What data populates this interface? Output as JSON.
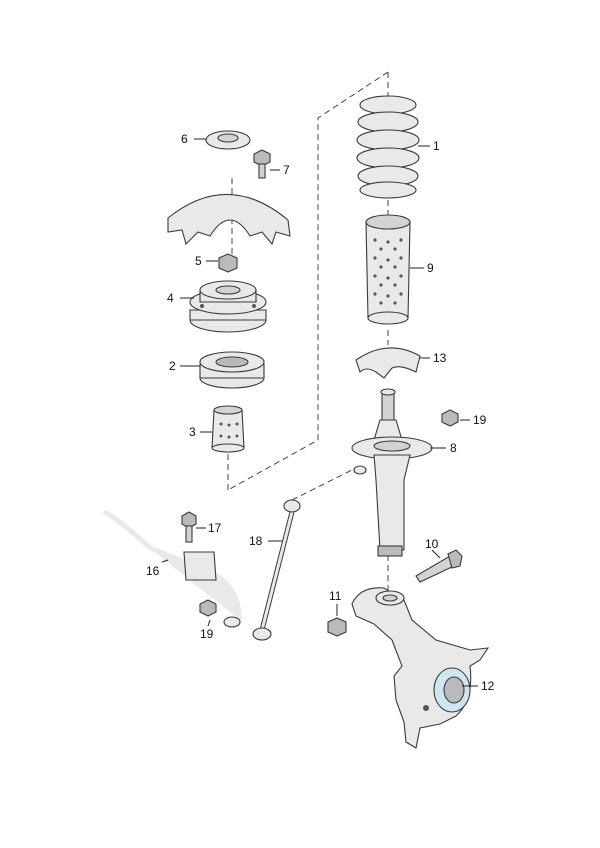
{
  "callouts": {
    "c1": "1",
    "c2": "2",
    "c3": "3",
    "c4": "4",
    "c5": "5",
    "c6": "6",
    "c7": "7",
    "c8": "8",
    "c9": "9",
    "c10": "10",
    "c11": "11",
    "c12": "12",
    "c13": "13",
    "c16": "16",
    "c17": "17",
    "c18": "18",
    "c19a": "19",
    "c19b": "19"
  },
  "colors": {
    "part_fill": "#e9e9ea",
    "highlight": "#cfe5f1",
    "outline": "#3a3a3a"
  }
}
